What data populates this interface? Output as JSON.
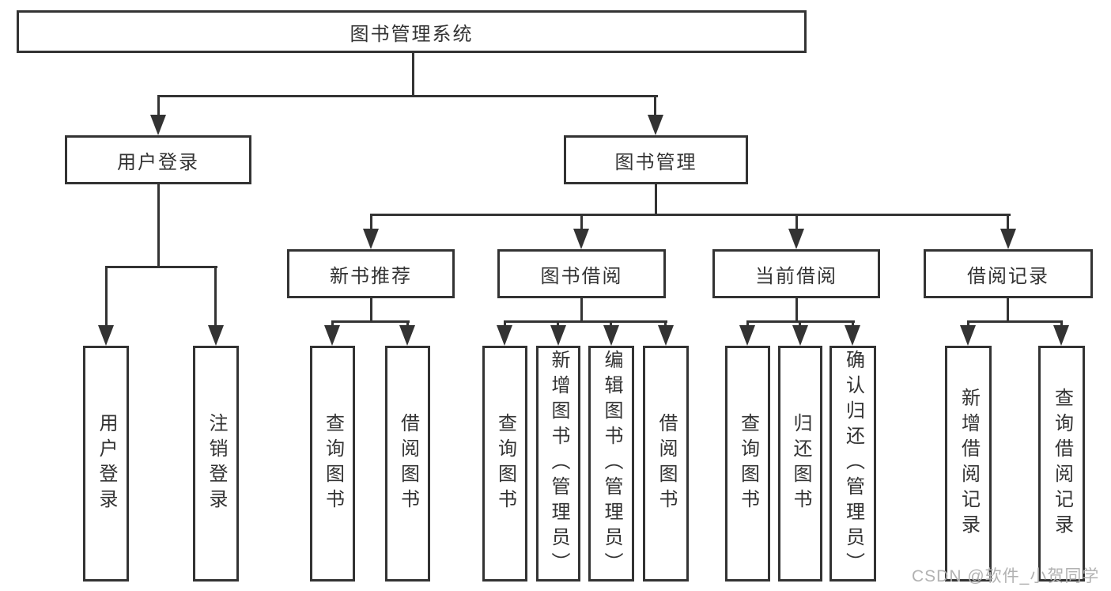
{
  "diagram": {
    "type": "tree",
    "title": "图书管理系统",
    "hierarchy": {
      "图书管理系统": {
        "用户登录": [
          "用户登录",
          "注销登录"
        ],
        "图书管理": {
          "新书推荐": [
            "查询图书",
            "借阅图书"
          ],
          "图书借阅": [
            "查询图书",
            "新增图书（管理员）",
            "编辑图书（管理员）",
            "借阅图书"
          ],
          "当前借阅": [
            "查询图书",
            "归还图书",
            "确认归还（管理员）"
          ],
          "借阅记录": [
            "新增借阅记录",
            "查询借阅记录"
          ]
        }
      }
    }
  },
  "nodes": {
    "root": "图书管理系统",
    "user_login": "用户登录",
    "book_management": "图书管理",
    "new_book_recommend": "新书推荐",
    "book_borrow": "图书借阅",
    "current_borrow": "当前借阅",
    "borrow_record": "借阅记录",
    "leaf_user_login": "用户登录",
    "leaf_logout_login": "注销登录",
    "leaf_query_book_1": "查询图书",
    "leaf_borrow_book_1": "借阅图书",
    "leaf_query_book_2": "查询图书",
    "leaf_add_book_admin": "新增图书（管理员）",
    "leaf_edit_book_admin": "编辑图书（管理员）",
    "leaf_borrow_book_2": "借阅图书",
    "leaf_query_book_3": "查询图书",
    "leaf_return_book": "归还图书",
    "leaf_confirm_return_admin": "确认归还（管理员）",
    "leaf_add_borrow_record": "新增借阅记录",
    "leaf_query_borrow_record": "查询借阅记录"
  },
  "watermark": "CSDN @软件_小贺同学",
  "colors": {
    "line": "#333333",
    "text": "#333333",
    "background": "#ffffff",
    "watermark": "#b2b2b2"
  }
}
